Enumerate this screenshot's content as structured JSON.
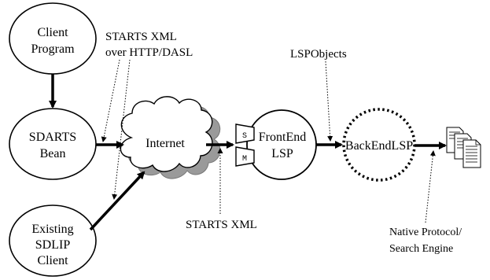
{
  "nodes": {
    "client_program": {
      "line1": "Client",
      "line2": "Program"
    },
    "sdarts_bean": {
      "line1": "SDARTS",
      "line2": "Bean"
    },
    "existing_sdlip": {
      "line1": "Existing",
      "line2": "SDLIP",
      "line3": "Client"
    },
    "internet": {
      "label": "Internet"
    },
    "frontend_lsp": {
      "line1": "FrontEnd",
      "line2": "LSP",
      "port_s": "S",
      "port_m": "M"
    },
    "backend_lsp": {
      "label": "BackEndLSP"
    }
  },
  "annotations": {
    "starts_xml_http": {
      "line1": "STARTS XML",
      "line2": "over HTTP/DASL"
    },
    "lsp_objects": "LSPObjects",
    "starts_xml": "STARTS XML",
    "native_protocol": {
      "line1": "Native Protocol/",
      "line2": "Search Engine"
    }
  },
  "icons": {
    "documents": "document-stack-icon"
  }
}
